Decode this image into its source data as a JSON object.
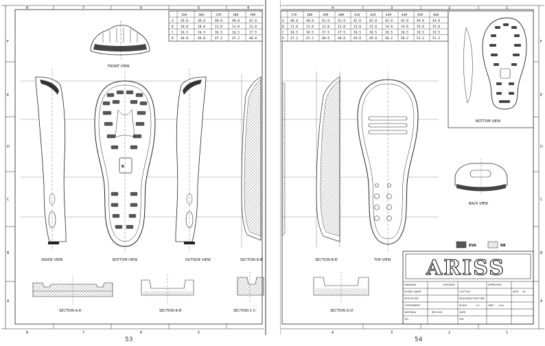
{
  "left_page": {
    "page_number": "53",
    "grid_cols": [
      "8",
      "7",
      "6",
      "5",
      "4"
    ],
    "grid_rows": [
      "F",
      "E",
      "D",
      "C",
      "B",
      "A"
    ],
    "size_table": {
      "headers": [
        "",
        "35#",
        "36#",
        "37#",
        "38#",
        "39#"
      ],
      "rows": [
        [
          "A",
          "39.0",
          "39.0",
          "40.0",
          "40.0",
          "41.0"
        ],
        [
          "B",
          "10.0",
          "10.0",
          "11.0",
          "11.0",
          "11.0"
        ],
        [
          "C",
          "16.5",
          "16.5",
          "16.5",
          "16.5",
          "17.5"
        ],
        [
          "D",
          "46.0",
          "46.0",
          "47.2",
          "47.2",
          "48.0"
        ]
      ]
    },
    "view_labels": {
      "front": "FRONT VIEW",
      "inside": "INSIDE VIEW",
      "bottom": "BOTTOM VIEW",
      "outside": "OUTSIDE VIEW",
      "section_top": "SECTION B-B'",
      "section_a": "SECTION A-A'",
      "section_b": "SECTION B-B'",
      "section_c": "SECTION C-C'"
    }
  },
  "right_page": {
    "page_number": "54",
    "grid_cols": [
      "4",
      "3",
      "2",
      "1"
    ],
    "grid_rows": [
      "F",
      "E",
      "D",
      "C",
      "B",
      "A"
    ],
    "size_table": {
      "headers": [
        "",
        "27#",
        "28#",
        "39#",
        "40#",
        "41#",
        "42#",
        "43#",
        "44#",
        "45#",
        "46#"
      ],
      "rows": [
        [
          "A",
          "40.0",
          "40.0",
          "41.0",
          "41.0",
          "42.0",
          "42.0",
          "43.0",
          "43.0",
          "44.0",
          "44.0"
        ],
        [
          "B",
          "11.0",
          "11.0",
          "11.0",
          "12.0",
          "13.0",
          "13.0",
          "14.0",
          "14.0",
          "15.0",
          "15.0"
        ],
        [
          "C",
          "16.5",
          "16.5",
          "17.5",
          "17.5",
          "18.5",
          "18.5",
          "18.5",
          "18.5",
          "19.5",
          "19.5"
        ],
        [
          "D",
          "47.2",
          "47.2",
          "48.0",
          "48.0",
          "49.0",
          "49.0",
          "50.2",
          "50.2",
          "51.3",
          "51.3"
        ]
      ]
    },
    "view_labels": {
      "bottom": "BOTTOM VIEW",
      "back": "BACK VIEW",
      "section": "SECTION B-B'",
      "top": "TOP VIEW",
      "section_d": "SECTION D-D'"
    },
    "legend": {
      "eva": "EVA",
      "rb": "RB"
    },
    "title_block": {
      "logo": "ARISS",
      "drawing_label": "DRAWING",
      "checked_label": "CHECKED",
      "approved_label": "APPROVED",
      "model_name_label": "MODEL NAME",
      "last_no_label": "LAST NO",
      "size_label": "SIZE",
      "size_value": "40",
      "mould_ref_label": "MOULD REF",
      "moulding_factory_label": "MOULDING FACTORY",
      "component_label": "COMPONENT",
      "material_label": "MATERIAL",
      "scale_label": "SCALE",
      "scale_value": "1:1",
      "unit_label": "UNIT",
      "unit_value": "mm",
      "date_label": "DATE",
      "fax_label": "FAX",
      "tel_label": "TEL",
      "material_value": "RB+EVA"
    }
  }
}
